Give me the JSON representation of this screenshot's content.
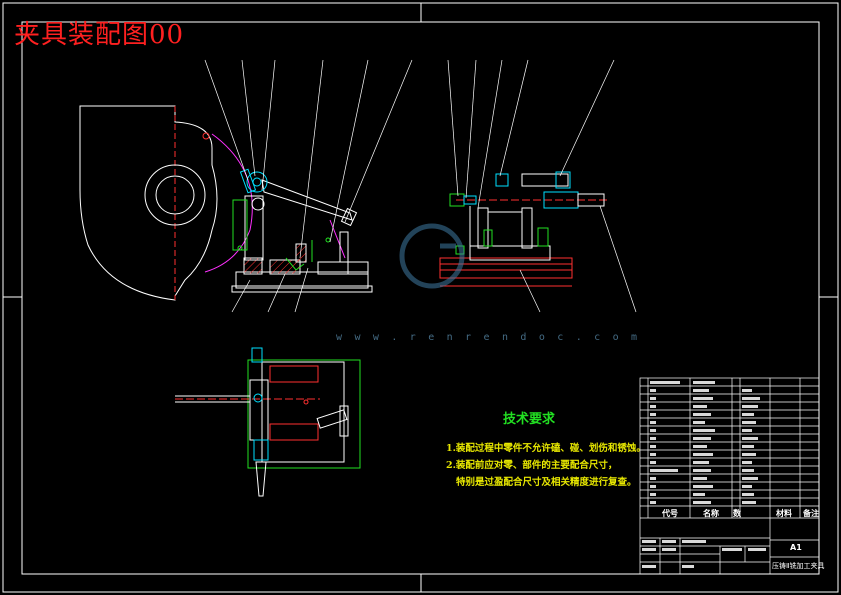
{
  "drawing": {
    "title": "夹具装配图00",
    "watermark": "w w w . r e n r e n d o c . c o m"
  },
  "tech_requirements": {
    "heading": "技术要求",
    "lines": [
      "1.装配过程中零件不允许磕、碰、划伤和锈蚀。",
      "2.装配前应对零、部件的主要配合尺寸，",
      "特别是过盈配合尺寸及相关精度进行复查。"
    ]
  },
  "title_block": {
    "col_code": "代号",
    "col_name": "名称",
    "col_qty": "数",
    "col_material": "材料",
    "col_note": "备注",
    "scale": "A1",
    "part_name": "压铸Ⅱ铣加工夹具"
  },
  "colors": {
    "frame": "#ffffff",
    "title": "#ff2020",
    "part": "#ffffff",
    "hatch": "#ff3030",
    "green": "#22e022",
    "cyan": "#00e0ff",
    "magenta": "#ff30ff",
    "yellow": "#e8e800",
    "watermark": "#5b8fb0"
  }
}
